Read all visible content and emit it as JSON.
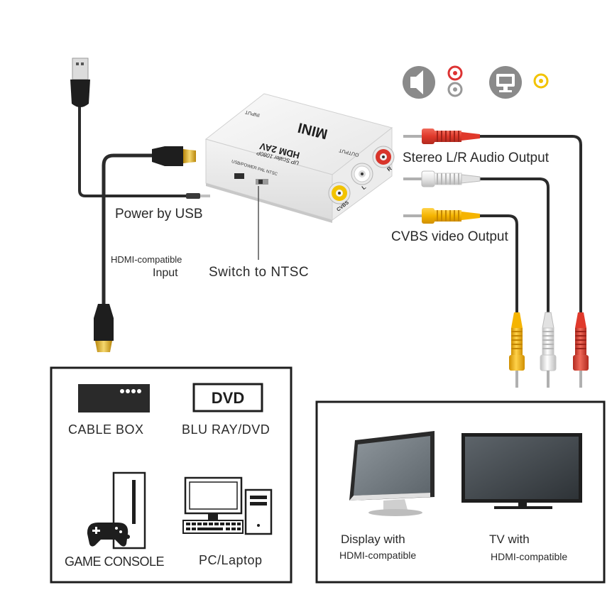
{
  "adapter": {
    "brand": "MINI",
    "model": "HDM 2AV",
    "subtitle": "UP Scaler 1080P",
    "input_port_label": "INPUT",
    "output_port_label": "OUTPUT",
    "switch_port_label": "USB/POWER PAL NTSC",
    "cvbs_label": "CVBS",
    "l_label": "L",
    "r_label": "R"
  },
  "labels": {
    "stereo_output": "Stereo L/R Audio Output",
    "cvbs_output": "CVBS video Output",
    "power_usb": "Power by USB",
    "hdmi_input_line1": "HDMI-compatible",
    "hdmi_input_line2": "Input",
    "switch_ntsc": "Switch to NTSC"
  },
  "sources_panel": {
    "items": [
      {
        "icon": "cable-box-icon",
        "label": "CABLE BOX"
      },
      {
        "icon": "dvd-icon",
        "icon_text": "DVD",
        "label": "BLU RAY/DVD"
      },
      {
        "icon": "game-console-icon",
        "label": "GAME CONSOLE"
      },
      {
        "icon": "pc-icon",
        "label": "PC/Laptop"
      }
    ]
  },
  "displays_panel": {
    "items": [
      {
        "icon": "monitor-icon",
        "line1": "Display with",
        "line2": "HDMI-compatible"
      },
      {
        "icon": "tv-icon",
        "line1": "TV with",
        "line2": "HDMI-compatible"
      }
    ]
  },
  "colors": {
    "red_plug": "#e0392b",
    "white_plug": "#e8e8e8",
    "yellow_plug": "#f5b400",
    "cable": "#2b2b2b",
    "adapter_body": "#f4f4f4",
    "icon_gray": "#8a8a8a"
  }
}
